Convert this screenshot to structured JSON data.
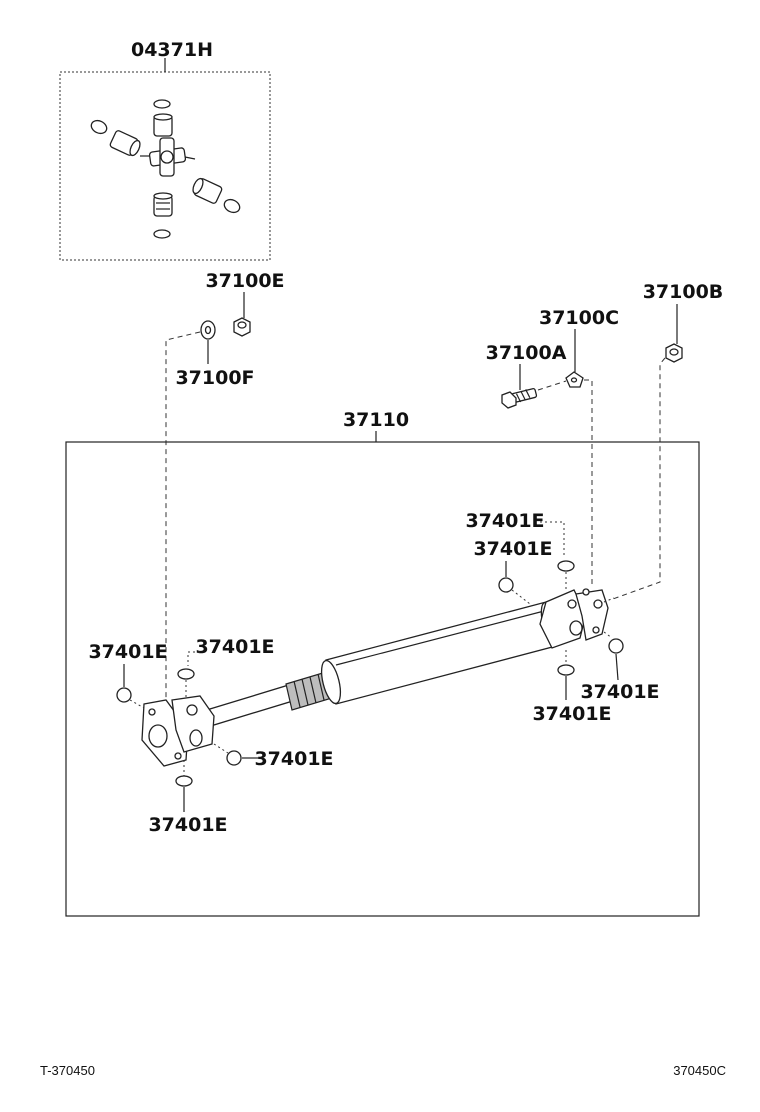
{
  "labels": {
    "kit": "04371H",
    "nut_e": "37100E",
    "washer_f": "37100F",
    "nut_b": "37100B",
    "washer_c": "37100C",
    "bolt_a": "37100A",
    "shaft": "37110",
    "clip": "37401E"
  },
  "footer": {
    "left_code": "T-370450",
    "right_code": "370450C"
  }
}
